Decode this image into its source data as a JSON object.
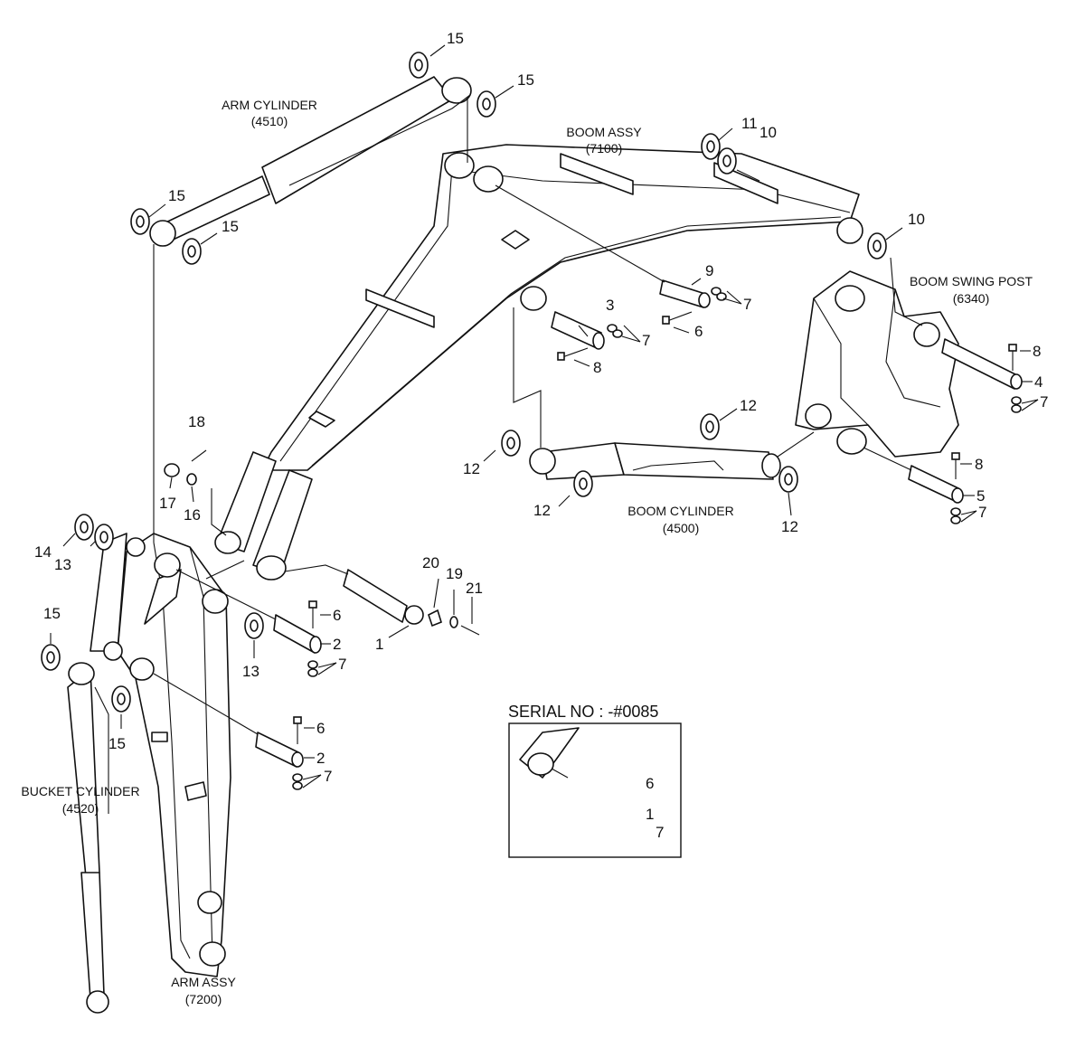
{
  "labels": {
    "arm_cylinder": "ARM CYLINDER",
    "arm_cylinder_code": "(4510)",
    "boom_assy": "BOOM ASSY",
    "boom_assy_code": "(7100)",
    "boom_swing_post": "BOOM SWING POST",
    "boom_swing_post_code": "(6340)",
    "boom_cylinder": "BOOM CYLINDER",
    "boom_cylinder_code": "(4500)",
    "bucket_cylinder": "BUCKET CYLINDER",
    "bucket_cylinder_code": "(4520)",
    "arm_assy": "ARM ASSY",
    "arm_assy_code": "(7200)",
    "serial_no": "SERIAL NO : -#0085"
  },
  "part_numbers": {
    "p1": "1",
    "p2": "2",
    "p3": "3",
    "p4": "4",
    "p5": "5",
    "p6": "6",
    "p7": "7",
    "p8": "8",
    "p9": "9",
    "p10": "10",
    "p11": "11",
    "p12": "12",
    "p13": "13",
    "p14": "14",
    "p15": "15",
    "p16": "16",
    "p17": "17",
    "p18": "18",
    "p19": "19",
    "p20": "20",
    "p21": "21"
  },
  "colors": {
    "line": "#111111",
    "background": "#ffffff"
  }
}
